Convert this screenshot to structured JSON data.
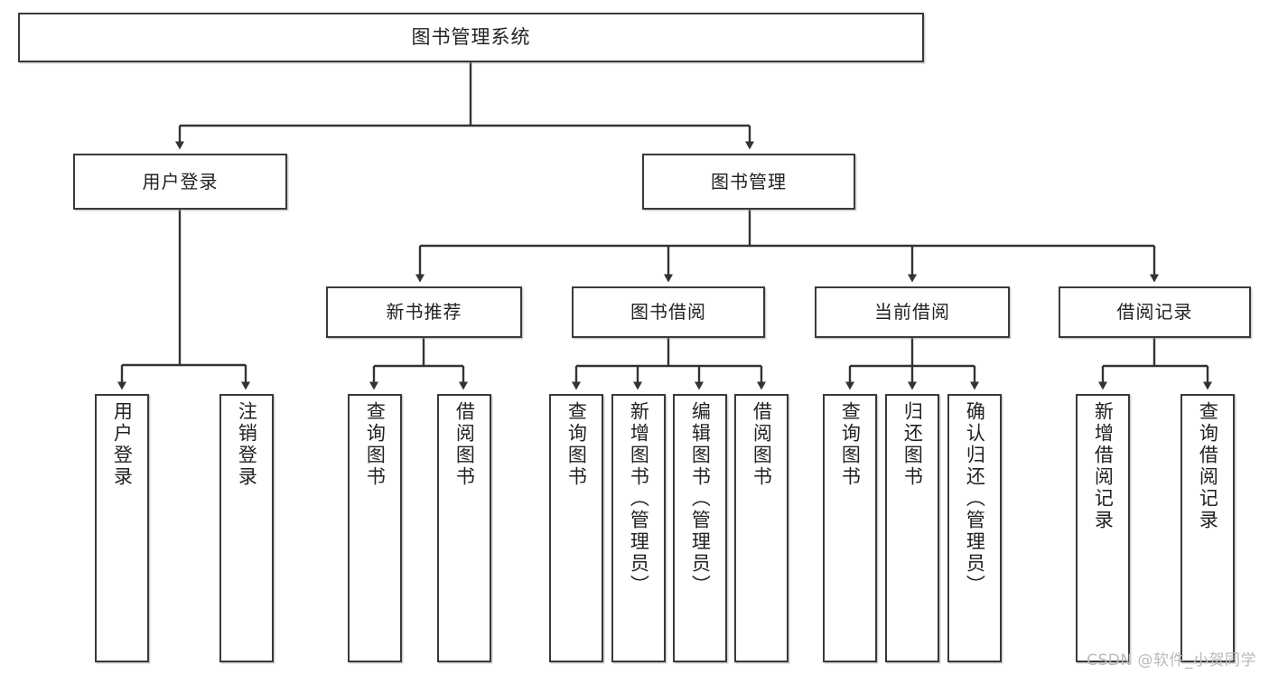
{
  "diagram": {
    "title": "图书管理系统",
    "type": "tree-hierarchy-chart",
    "root": {
      "id": "root",
      "label": "图书管理系统"
    },
    "level2": [
      {
        "id": "user-login",
        "label": "用户登录"
      },
      {
        "id": "book-manage",
        "label": "图书管理"
      }
    ],
    "level3": [
      {
        "id": "new-book",
        "label": "新书推荐"
      },
      {
        "id": "borrow",
        "label": "图书借阅"
      },
      {
        "id": "current",
        "label": "当前借阅"
      },
      {
        "id": "record",
        "label": "借阅记录"
      }
    ],
    "leaves": [
      {
        "id": "leaf-user-login",
        "parent": "user-login",
        "label": "用户登录"
      },
      {
        "id": "leaf-logout",
        "parent": "user-login",
        "label": "注销登录"
      },
      {
        "id": "leaf-query-book-1",
        "parent": "new-book",
        "label": "查询图书"
      },
      {
        "id": "leaf-borrow-book-1",
        "parent": "new-book",
        "label": "借阅图书"
      },
      {
        "id": "leaf-query-book-2",
        "parent": "borrow",
        "label": "查询图书"
      },
      {
        "id": "leaf-add-book",
        "parent": "borrow",
        "label": "新增图书（管理员）"
      },
      {
        "id": "leaf-edit-book",
        "parent": "borrow",
        "label": "编辑图书（管理员）"
      },
      {
        "id": "leaf-borrow-book-2",
        "parent": "borrow",
        "label": "借阅图书"
      },
      {
        "id": "leaf-query-book-3",
        "parent": "current",
        "label": "查询图书"
      },
      {
        "id": "leaf-return-book",
        "parent": "current",
        "label": "归还图书"
      },
      {
        "id": "leaf-confirm-return",
        "parent": "current",
        "label": "确认归还（管理员）"
      },
      {
        "id": "leaf-add-record",
        "parent": "record",
        "label": "新增借阅记录"
      },
      {
        "id": "leaf-query-record",
        "parent": "record",
        "label": "查询借阅记录"
      }
    ],
    "colors": {
      "box_border": "#3a3a3a",
      "box_fill": "#ffffff",
      "connector": "#333333",
      "text": "#222222",
      "watermark": "#b9b9b9",
      "background": "#ffffff"
    }
  },
  "watermark": {
    "text": "CSDN @软件_小贺同学"
  }
}
